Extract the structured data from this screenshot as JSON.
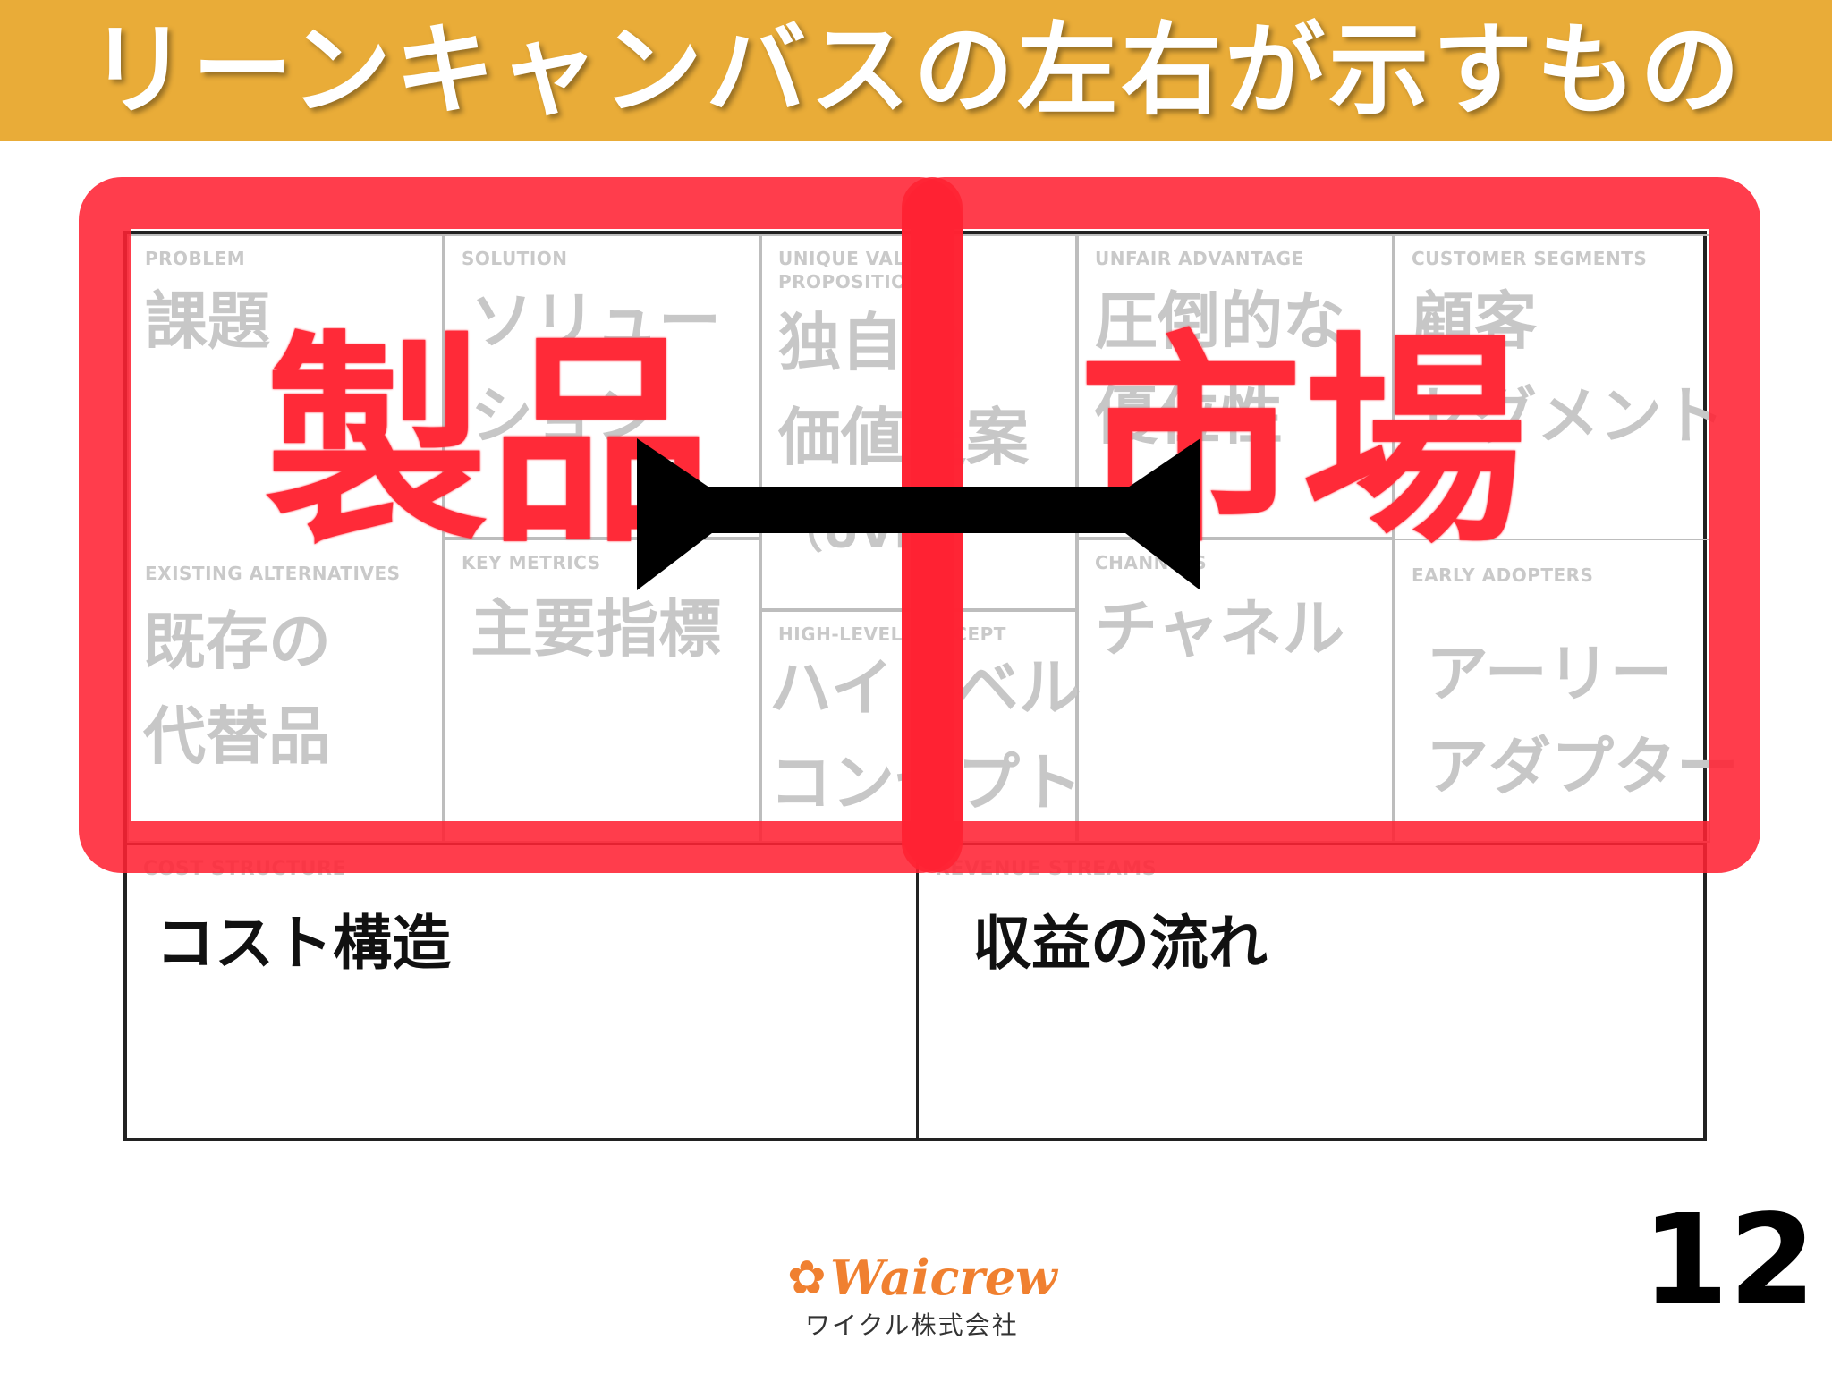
{
  "header": {
    "title": "リーンキャンバスの左右が示すもの"
  },
  "canvas": {
    "cells": [
      {
        "label": "PROBLEM",
        "jp": [
          "課題"
        ]
      },
      {
        "label": "SOLUTION",
        "jp": [
          "ソリュー",
          "ション"
        ]
      },
      {
        "label": "UNIQUE VALUE PROPOSITION",
        "jp": [
          "独自の",
          "価値提案",
          "（UVP）"
        ]
      },
      {
        "label": "UNFAIR ADVANTAGE",
        "jp": [
          "圧倒的な",
          "優位性"
        ]
      },
      {
        "label": "CUSTOMER SEGMENTS",
        "jp": [
          "顧客",
          "セグメント"
        ]
      },
      {
        "label": "EXISTING ALTERNATIVES",
        "jp": [
          "既存の",
          "代替品"
        ]
      },
      {
        "label": "KEY METRICS",
        "jp": [
          "主要指標"
        ]
      },
      {
        "label": "HIGH-LEVEL CONCEPT",
        "jp": [
          "ハイレベル",
          "コンセプト"
        ]
      },
      {
        "label": "CHANNELS",
        "jp": [
          "チャネル"
        ]
      },
      {
        "label": "EARLY ADOPTERS",
        "jp": [
          "アーリー",
          "アダプター"
        ]
      }
    ],
    "bottom": [
      {
        "label": "COST STRUCTURE",
        "jp": "コスト構造"
      },
      {
        "label": "REVENUE STREAMS",
        "jp": "収益の流れ"
      }
    ]
  },
  "overlay": {
    "left_word": "製品",
    "right_word": "市場",
    "color": "#ff2a38"
  },
  "colors": {
    "header": "#e9ac38",
    "overlay": "#ff2a38"
  },
  "page_number": "12",
  "logo": {
    "name": "Waicrew",
    "sub": "ワイクル株式会社"
  }
}
